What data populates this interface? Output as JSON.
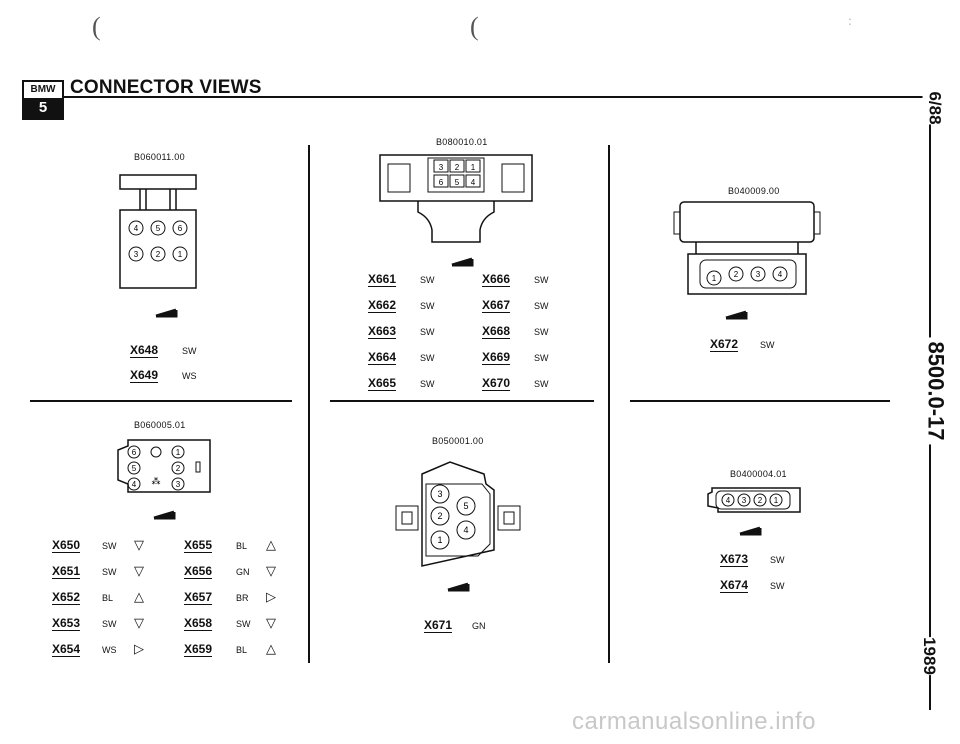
{
  "marks": [
    "(",
    "(",
    ":"
  ],
  "logo": {
    "top": "BMW",
    "bottom": "5"
  },
  "header": {
    "title": "CONNECTOR VIEWS"
  },
  "side": {
    "date": "6/88",
    "page": "8500.0-17",
    "year": "1989"
  },
  "footer": {
    "watermark": "carmanualsonline.info"
  },
  "panels": {
    "p1": {
      "code": "B060011.00",
      "pins": [
        "4",
        "5",
        "6",
        "3",
        "2",
        "1"
      ],
      "rows": [
        {
          "id": "X648",
          "color": "SW"
        },
        {
          "id": "X649",
          "color": "WS"
        }
      ]
    },
    "p2": {
      "code": "B080010.01",
      "pins": [
        "3",
        "2",
        "1",
        "6",
        "5",
        "4"
      ],
      "rows": [
        {
          "id": "X661",
          "color": "SW",
          "id2": "X666",
          "color2": "SW"
        },
        {
          "id": "X662",
          "color": "SW",
          "id2": "X667",
          "color2": "SW"
        },
        {
          "id": "X663",
          "color": "SW",
          "id2": "X668",
          "color2": "SW"
        },
        {
          "id": "X664",
          "color": "SW",
          "id2": "X669",
          "color2": "SW"
        },
        {
          "id": "X665",
          "color": "SW",
          "id2": "X670",
          "color2": "SW"
        }
      ]
    },
    "p3": {
      "code": "B040009.00",
      "pins": [
        "1",
        "2",
        "3",
        "4"
      ],
      "rows": [
        {
          "id": "X672",
          "color": "SW"
        }
      ]
    },
    "p4": {
      "code": "B060005.01",
      "pins": [
        "6",
        "1",
        "5",
        "2",
        "4",
        "3"
      ],
      "rows": [
        {
          "id": "X650",
          "color": "SW",
          "sym": "▽",
          "id2": "X655",
          "color2": "BL",
          "sym2": "△"
        },
        {
          "id": "X651",
          "color": "SW",
          "sym": "▽",
          "id2": "X656",
          "color2": "GN",
          "sym2": "▽"
        },
        {
          "id": "X652",
          "color": "BL",
          "sym": "△",
          "id2": "X657",
          "color2": "BR",
          "sym2": "▷"
        },
        {
          "id": "X653",
          "color": "SW",
          "sym": "▽",
          "id2": "X658",
          "color2": "SW",
          "sym2": "▽"
        },
        {
          "id": "X654",
          "color": "WS",
          "sym": "▷",
          "id2": "X659",
          "color2": "BL",
          "sym2": "△"
        }
      ]
    },
    "p5": {
      "code": "B050001.00",
      "pins": [
        "3",
        "5",
        "2",
        "4",
        "1"
      ],
      "rows": [
        {
          "id": "X671",
          "color": "GN"
        }
      ]
    },
    "p6": {
      "code": "B0400004.01",
      "pins": [
        "4",
        "3",
        "2",
        "1"
      ],
      "rows": [
        {
          "id": "X673",
          "color": "SW"
        },
        {
          "id": "X674",
          "color": "SW"
        }
      ]
    }
  }
}
